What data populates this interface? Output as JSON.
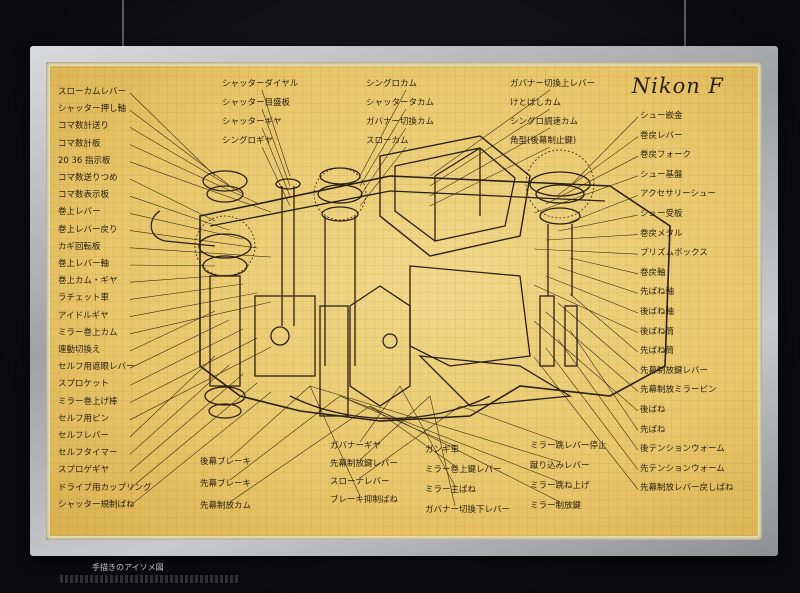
{
  "title": "Nikon F",
  "caption": "手描きのアイソメ図",
  "colors": {
    "paper": "#e8c66a",
    "ink": "#2a2015",
    "frame": "#b9babd",
    "wall": "#0e0e10"
  },
  "labels_left": [
    "スローカムレバー",
    "シャッター押し軸",
    "コマ数計送り",
    "コマ数計板",
    "20 36 指示板",
    "コマ数送りつめ",
    "コマ数表示板",
    "巻上レバー",
    "巻上レバー戻り",
    "カギ回転板",
    "巻上レバー軸",
    "巻上カム・ギヤ",
    "ラチェット車",
    "アイドルギヤ",
    "ミラー巻上カム",
    "連動切換え",
    "セルフ用遮眼レバー",
    "スプロケット",
    "ミラー巻上げ棒",
    "セルフ用ピン",
    "セルフレバー",
    "セルフタイマー",
    "スプロゲギヤ",
    "ドライブ用カップリング",
    "シャッター規制ばね"
  ],
  "labels_top": [
    "シャッターダイヤル",
    "シャッター目盛板",
    "シャッターギヤ",
    "シングロギヤ",
    "シングロカム",
    "シャッタータカム",
    "ガバナー切換カム",
    "スローカム",
    "ガバナー切換上レバー",
    "けとばしカム",
    "シングロ調速カム",
    "角型(後幕制止鍵)"
  ],
  "labels_right": [
    "シュー嵌金",
    "巻戻レバー",
    "巻戻フォーク",
    "シュー基盤",
    "アクセサリーシュー",
    "シュー受板",
    "巻戻メタル",
    "プリズムボックス",
    "巻戻軸",
    "先ばね軸",
    "後ばね軸",
    "後ばね筒",
    "先ばね筒",
    "先幕制放鍵レバー",
    "先幕制放ミラーピン",
    "後ばね",
    "先ばね",
    "後テンションウォーム",
    "先テンションウォーム",
    "先幕制放レバー戻しばね"
  ],
  "labels_bottom": [
    "後幕ブレーキ",
    "先幕ブレーキ",
    "先幕制放カム",
    "ガバナーギヤ",
    "先幕制放鍵レバー",
    "スローナレバー",
    "ブレーキ抑制ばね",
    "ガンギ車",
    "ミラー巻上鍵レバー",
    "ミラー主ばね",
    "ガバナー切換下レバー",
    "ミラー跳レバー停止",
    "蹴り込みレバー",
    "ミラー跳ね上げ",
    "ミラー制放鍵"
  ]
}
